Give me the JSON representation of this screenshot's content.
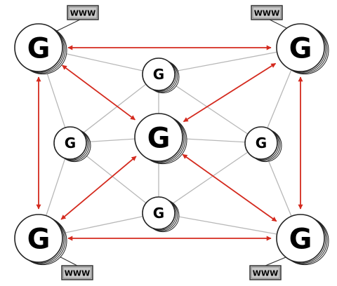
{
  "diagram": {
    "node_label": "G",
    "www_label": "WWW",
    "colors": {
      "red_link": "#d42a1e",
      "gray_link": "#b8b8b8",
      "node_fill": "#ffffff",
      "node_stroke": "#222222",
      "www_fill": "#c8c8c8"
    },
    "nodes": [
      {
        "id": "top-left",
        "label": "G",
        "size": "large",
        "www": true
      },
      {
        "id": "top-right",
        "label": "G",
        "size": "large",
        "www": true
      },
      {
        "id": "bottom-left",
        "label": "G",
        "size": "large",
        "www": true
      },
      {
        "id": "bottom-right",
        "label": "G",
        "size": "large",
        "www": true
      },
      {
        "id": "center",
        "label": "G",
        "size": "large",
        "www": false
      },
      {
        "id": "top-middle",
        "label": "G",
        "size": "small",
        "www": false
      },
      {
        "id": "left-middle",
        "label": "G",
        "size": "small",
        "www": false
      },
      {
        "id": "right-middle",
        "label": "G",
        "size": "small",
        "www": false
      },
      {
        "id": "bottom-middle",
        "label": "G",
        "size": "small",
        "www": false
      }
    ],
    "red_links": [
      [
        "top-left",
        "top-right"
      ],
      [
        "top-left",
        "bottom-left"
      ],
      [
        "top-right",
        "bottom-right"
      ],
      [
        "bottom-left",
        "bottom-right"
      ],
      [
        "top-left",
        "center"
      ],
      [
        "top-right",
        "center"
      ],
      [
        "bottom-left",
        "center"
      ],
      [
        "bottom-right",
        "center"
      ]
    ],
    "gray_links": [
      [
        "top-middle",
        "top-left"
      ],
      [
        "top-middle",
        "top-right"
      ],
      [
        "top-middle",
        "center"
      ],
      [
        "left-middle",
        "top-left"
      ],
      [
        "left-middle",
        "bottom-left"
      ],
      [
        "left-middle",
        "center"
      ],
      [
        "right-middle",
        "top-right"
      ],
      [
        "right-middle",
        "bottom-right"
      ],
      [
        "right-middle",
        "center"
      ],
      [
        "bottom-middle",
        "bottom-left"
      ],
      [
        "bottom-middle",
        "bottom-right"
      ],
      [
        "bottom-middle",
        "center"
      ],
      [
        "top-middle",
        "left-middle"
      ],
      [
        "top-middle",
        "right-middle"
      ],
      [
        "bottom-middle",
        "left-middle"
      ],
      [
        "bottom-middle",
        "right-middle"
      ]
    ]
  }
}
